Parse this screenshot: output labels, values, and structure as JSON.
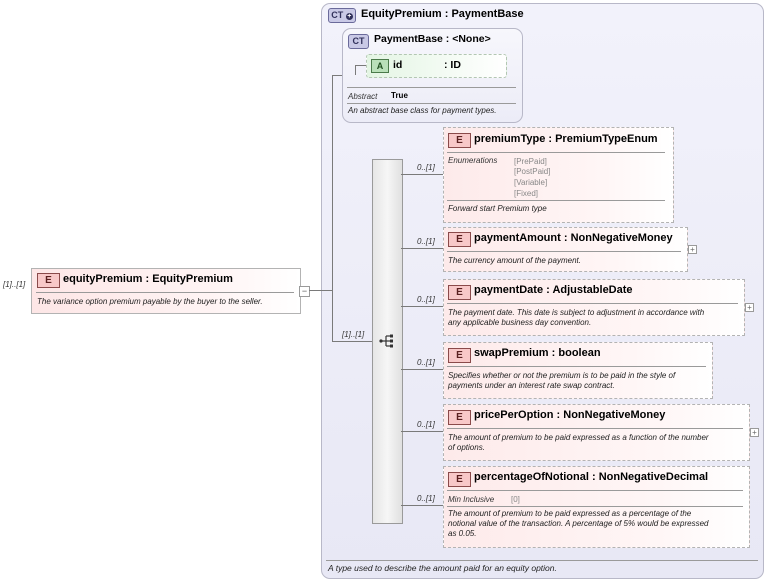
{
  "root": {
    "cardinality": "[1]..[1]",
    "badge": "E",
    "name": "equityPremium",
    "type": ": EquityPremium",
    "description": "The variance option premium payable by the buyer to the seller."
  },
  "complex_type": {
    "badge": "CT",
    "name": "EquityPremium",
    "base": ": PaymentBase",
    "description": "A type used to describe the amount paid for an equity option."
  },
  "payment_base": {
    "badge": "CT",
    "name": "PaymentBase",
    "base": ": <None>",
    "attribute": {
      "badge": "A",
      "name": "id",
      "type": ": ID"
    },
    "abstract_label": "Abstract",
    "abstract_value": "True",
    "description": "An abstract base class for payment types."
  },
  "sequence": {
    "cardinality": "[1]..[1]"
  },
  "elements": [
    {
      "cardinality": "0..[1]",
      "badge": "E",
      "name": "premiumType",
      "type": ": PremiumTypeEnum",
      "enum_label": "Enumerations",
      "enum_values": [
        "[PrePaid]",
        "[PostPaid]",
        "[Variable]",
        "[Fixed]"
      ],
      "description": "Forward start Premium type"
    },
    {
      "cardinality": "0..[1]",
      "badge": "E",
      "name": "paymentAmount",
      "type": ": NonNegativeMoney",
      "description": "The currency amount of the payment.",
      "expand": "+"
    },
    {
      "cardinality": "0..[1]",
      "badge": "E",
      "name": "paymentDate",
      "type": ": AdjustableDate",
      "description_lines": [
        "The payment date. This date is subject to adjustment in accordance with",
        "any applicable business day convention."
      ],
      "expand": "+"
    },
    {
      "cardinality": "0..[1]",
      "badge": "E",
      "name": "swapPremium",
      "type": ": boolean",
      "description_lines": [
        "Specifies whether or not the premium is to be paid in the style of",
        "payments under an interest rate swap contract."
      ]
    },
    {
      "cardinality": "0..[1]",
      "badge": "E",
      "name": "pricePerOption",
      "type": ": NonNegativeMoney",
      "description_lines": [
        "The amount of premium to be paid expressed as a function of the number",
        "of options."
      ],
      "expand": "+"
    },
    {
      "cardinality": "0..[1]",
      "badge": "E",
      "name": "percentageOfNotional",
      "type": ": NonNegativeDecimal",
      "min_label": "Min Inclusive",
      "min_value": "[0]",
      "description_lines": [
        "The amount of premium to be paid expressed as a percentage of the",
        "notional value of the transaction. A percentage of 5% would be expressed",
        "as 0.05."
      ]
    }
  ],
  "collapse_symbol": "−"
}
